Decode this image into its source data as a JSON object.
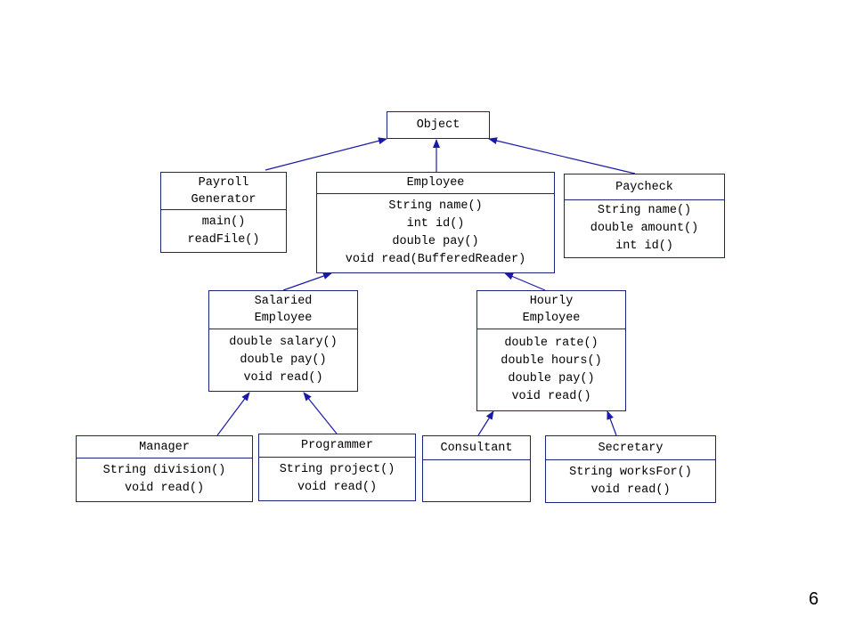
{
  "page_number": "6",
  "colors": {
    "box_border": "#1a237e",
    "arrow": "#1a1aa6",
    "background": "#ffffff"
  },
  "classes": {
    "object": {
      "name": "Object",
      "members": []
    },
    "payroll": {
      "name": "Payroll\nGenerator",
      "members": [
        "main()",
        "readFile()"
      ]
    },
    "employee": {
      "name": "Employee",
      "members": [
        "String name()",
        "int id()",
        "double pay()",
        "void read(BufferedReader)"
      ]
    },
    "paycheck": {
      "name": "Paycheck",
      "members": [
        "String name()",
        "double amount()",
        "int id()"
      ]
    },
    "salaried": {
      "name": "Salaried\nEmployee",
      "members": [
        "double salary()",
        "double pay()",
        "void read()"
      ]
    },
    "hourly": {
      "name": "Hourly\nEmployee",
      "members": [
        "double rate()",
        "double hours()",
        "double pay()",
        "void read()"
      ]
    },
    "manager": {
      "name": "Manager",
      "members": [
        "String division()",
        "void read()"
      ]
    },
    "programmer": {
      "name": "Programmer",
      "members": [
        "String project()",
        "void read()"
      ]
    },
    "consultant": {
      "name": "Consultant",
      "members": []
    },
    "secretary": {
      "name": "Secretary",
      "members": [
        "String worksFor()",
        "void read()"
      ]
    }
  },
  "inheritance": [
    {
      "from": "payroll",
      "to": "object"
    },
    {
      "from": "employee",
      "to": "object"
    },
    {
      "from": "paycheck",
      "to": "object"
    },
    {
      "from": "salaried",
      "to": "employee"
    },
    {
      "from": "hourly",
      "to": "employee"
    },
    {
      "from": "manager",
      "to": "salaried"
    },
    {
      "from": "programmer",
      "to": "salaried"
    },
    {
      "from": "consultant",
      "to": "hourly"
    },
    {
      "from": "secretary",
      "to": "hourly"
    }
  ]
}
